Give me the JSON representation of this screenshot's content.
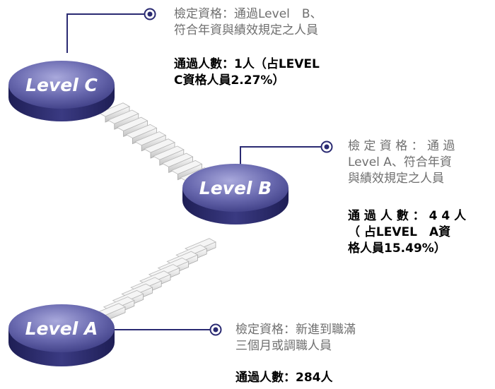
{
  "levels": [
    {
      "name": "Level C",
      "qualification": [
        "檢定資格：通過Level　B、",
        "符合年資與績效規定之人員"
      ],
      "passed": [
        "通過人數：1人（占LEVEL",
        "C資格人員2.27%）"
      ]
    },
    {
      "name": "Level B",
      "qualification": [
        "檢 定 資 格 ： 通 過",
        "Level A、符合年資",
        "與績效規定之人員"
      ],
      "passed": [
        "通 過 人 數 ： 4 4 人",
        "（ 占LEVEL　A資",
        "格人員15.49%）"
      ]
    },
    {
      "name": "Level A",
      "qualification": [
        "檢定資格：新進到職滿",
        "三個月或調職人員"
      ],
      "passed": [
        "通過人數：284人"
      ]
    }
  ],
  "colors": {
    "disc_top": "#5f5fa6",
    "disc_side": "#2c2c6c",
    "connector_line": "#2a2a72",
    "qualification_text": "#6f6f6f",
    "count_text": "#000000"
  },
  "icons": [
    "target-bullet-icon"
  ]
}
